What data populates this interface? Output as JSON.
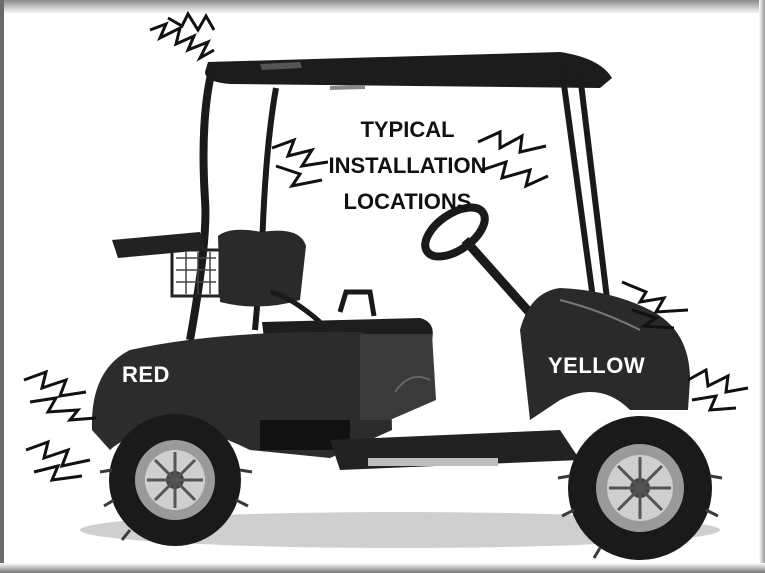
{
  "title_lines": [
    "TYPICAL",
    "INSTALLATION",
    "LOCATIONS"
  ],
  "labels": {
    "red": "RED",
    "yellow": "YELLOW"
  },
  "colors": {
    "background": "#ffffff",
    "cart_body": "#2a2a2a",
    "text": "#111111",
    "label_text": "#ffffff"
  },
  "icons": {
    "burst": "zigzag-burst-icon"
  }
}
